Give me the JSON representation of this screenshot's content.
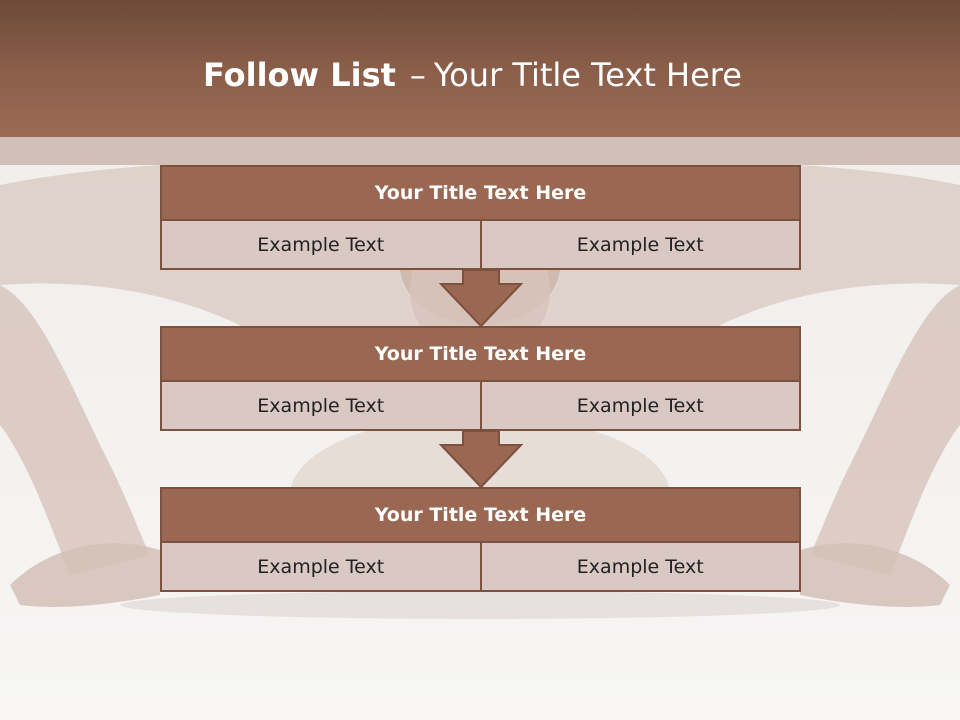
{
  "slide": {
    "title_strong": "Follow List",
    "title_dash": "–",
    "title_rest": "Your Title Text Here"
  },
  "steps": [
    {
      "title": "Your Title Text Here",
      "left": "Example Text",
      "right": "Example Text"
    },
    {
      "title": "Your Title Text Here",
      "left": "Example Text",
      "right": "Example Text"
    },
    {
      "title": "Your Title Text Here",
      "left": "Example Text",
      "right": "Example Text"
    }
  ],
  "colors": {
    "header_dark": "#6d4a39",
    "header_light": "#9c6a54",
    "block_title": "#9a6752",
    "block_border": "#7d5140",
    "cell_fill": "#d9c8c4",
    "arrow_fill": "#9a6752"
  },
  "background": {
    "image": "faded photo of a person doing a push-up"
  }
}
